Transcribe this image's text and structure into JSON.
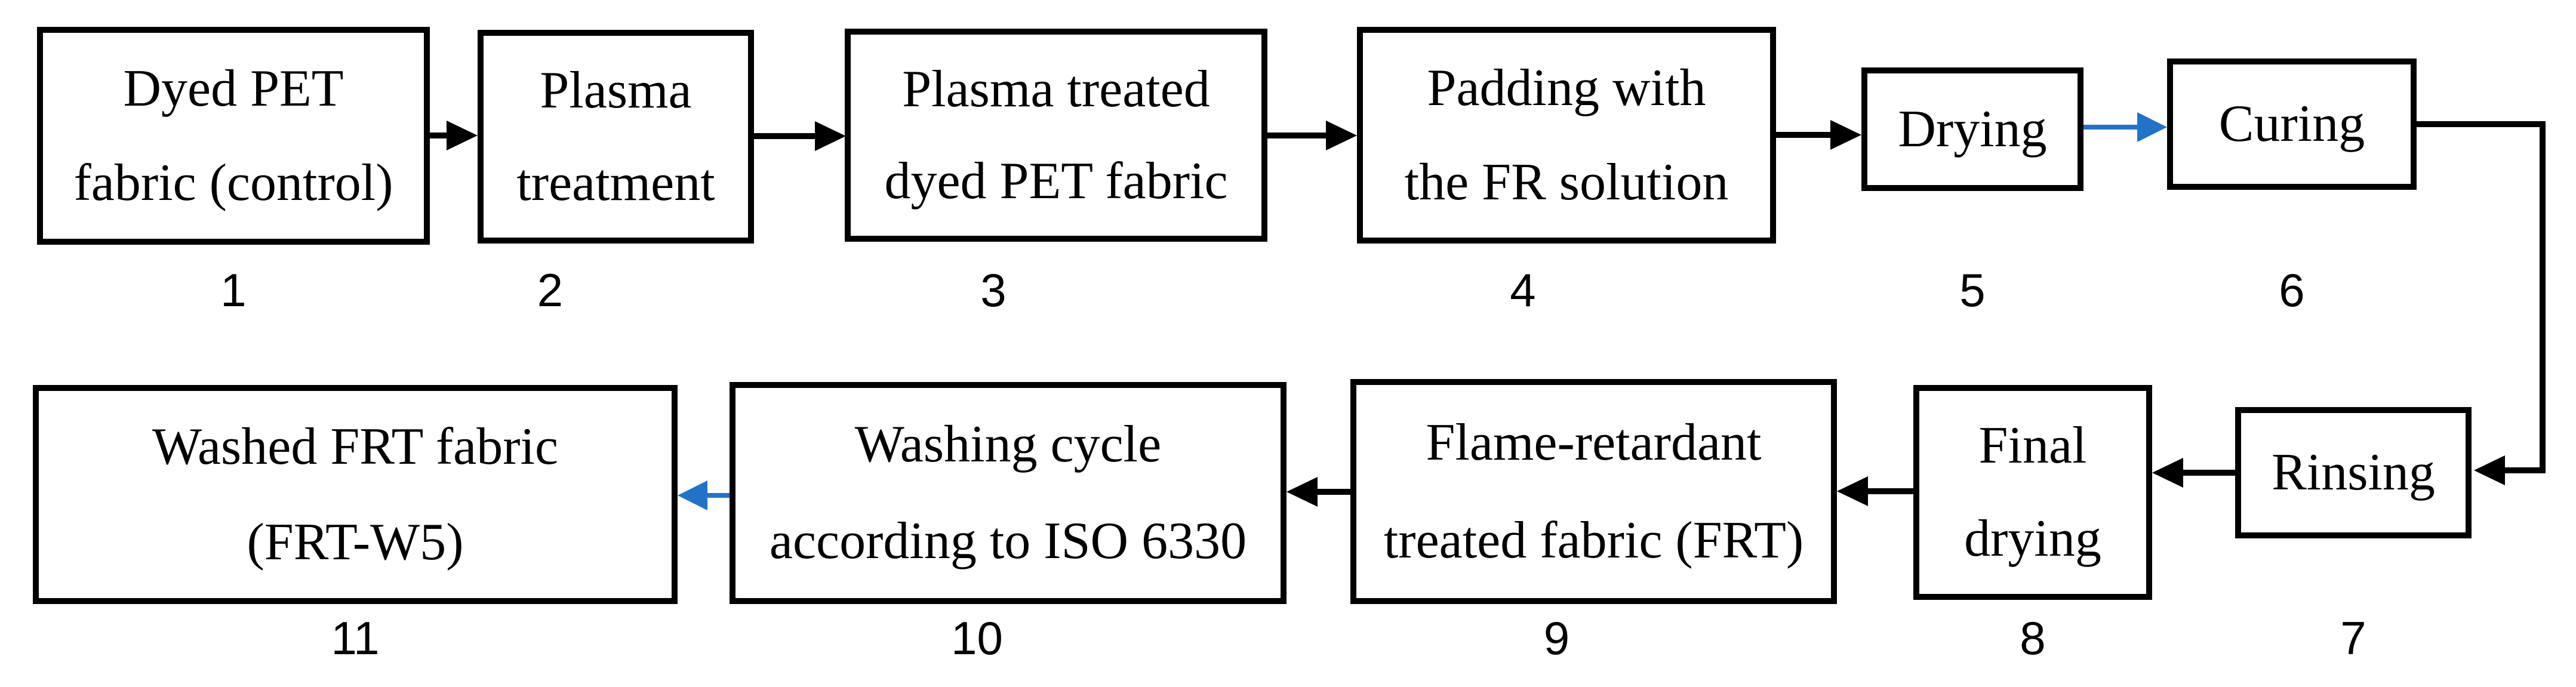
{
  "figure": {
    "type": "process-flowchart",
    "background": "#ffffff",
    "text_color": "#000000",
    "box_border_color": "#000000",
    "arrow_color_black": "#000000",
    "arrow_color_blue": "#2273C8"
  },
  "nodes": [
    {
      "number": "1",
      "line1": "Dyed PET",
      "line2": "fabric (control)"
    },
    {
      "number": "2",
      "line1": "Plasma",
      "line2": "treatment"
    },
    {
      "number": "3",
      "line1": "Plasma treated",
      "line2": "dyed PET fabric"
    },
    {
      "number": "4",
      "line1": "Padding with",
      "line2": "the FR solution"
    },
    {
      "number": "5",
      "line1": "Drying"
    },
    {
      "number": "6",
      "line1": "Curing"
    },
    {
      "number": "7",
      "line1": "Rinsing"
    },
    {
      "number": "8",
      "line1": "Final",
      "line2": "drying"
    },
    {
      "number": "9",
      "line1": "Flame-retardant",
      "line2": "treated fabric (FRT)"
    },
    {
      "number": "10",
      "line1": "Washing cycle",
      "line2": "according to ISO 6330"
    },
    {
      "number": "11",
      "line1": "Washed FRT fabric",
      "line2": "(FRT-W5)"
    }
  ],
  "edges": [
    {
      "from": "1",
      "to": "2",
      "color": "black",
      "direction": "right"
    },
    {
      "from": "2",
      "to": "3",
      "color": "black",
      "direction": "right"
    },
    {
      "from": "3",
      "to": "4",
      "color": "black",
      "direction": "right"
    },
    {
      "from": "4",
      "to": "5",
      "color": "black",
      "direction": "right"
    },
    {
      "from": "5",
      "to": "6",
      "color": "blue",
      "direction": "right"
    },
    {
      "from": "6",
      "to": "7",
      "color": "black",
      "direction": "elbow-right-down-left"
    },
    {
      "from": "7",
      "to": "8",
      "color": "black",
      "direction": "left"
    },
    {
      "from": "8",
      "to": "9",
      "color": "black",
      "direction": "left"
    },
    {
      "from": "9",
      "to": "10",
      "color": "black",
      "direction": "left"
    },
    {
      "from": "10",
      "to": "11",
      "color": "blue",
      "direction": "left"
    }
  ]
}
